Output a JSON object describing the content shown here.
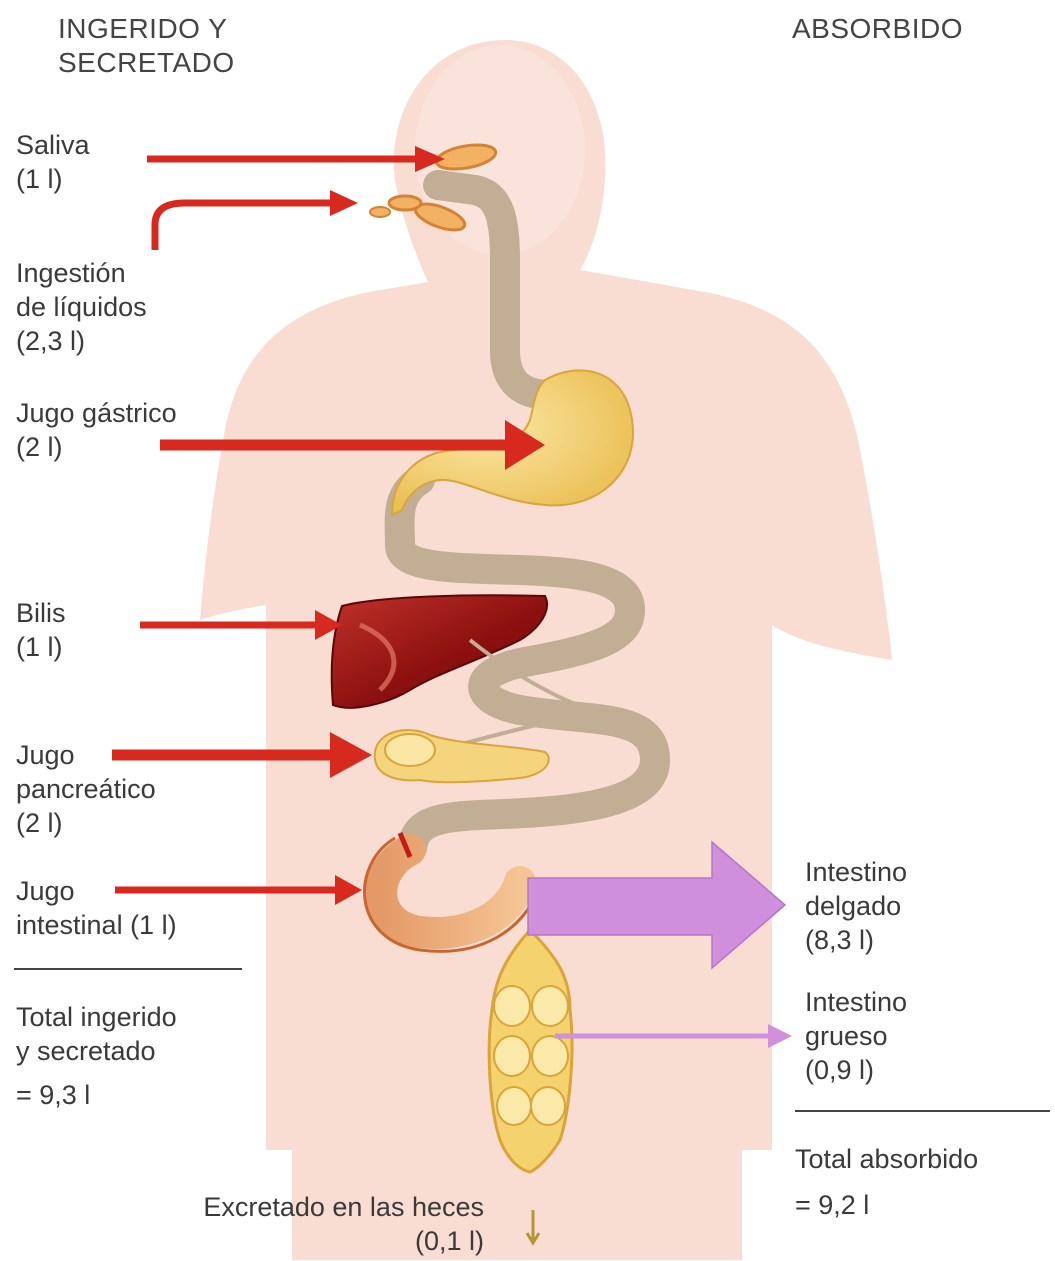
{
  "headers": {
    "left": [
      "INGERIDO Y",
      "SECRETADO"
    ],
    "right": "ABSORBIDO"
  },
  "inputs": {
    "saliva": [
      "Saliva",
      "(1 l)"
    ],
    "liquids": [
      "Ingestión",
      "de líquidos",
      "(2,3 l)"
    ],
    "gastric": [
      "Jugo gástrico",
      "(2 l)"
    ],
    "bile": [
      "Bilis",
      "(1 l)"
    ],
    "pancreatic": [
      "Jugo",
      "pancreático",
      "(2 l)"
    ],
    "intestinal": [
      "Jugo",
      "intestinal (1 l)"
    ]
  },
  "total_in": [
    "Total ingerido",
    "y secretado",
    "= 9,3 l"
  ],
  "absorbed": {
    "small": [
      "Intestino",
      "delgado",
      "(8,3 l)"
    ],
    "large": [
      "Intestino",
      "grueso",
      "(0,9 l)"
    ]
  },
  "total_absorbed": [
    "Total absorbido",
    "= 9,2 l"
  ],
  "excreted": [
    "Excretado en las heces",
    "(0,1 l)"
  ],
  "colors": {
    "input_arrow": "#d8291f",
    "absorb_arrow": "#cf8fdc",
    "gut_tube": "#c2ad95",
    "body": "#f9ddd3",
    "liver": "#a11818",
    "stomach": "#f2cf6e"
  }
}
